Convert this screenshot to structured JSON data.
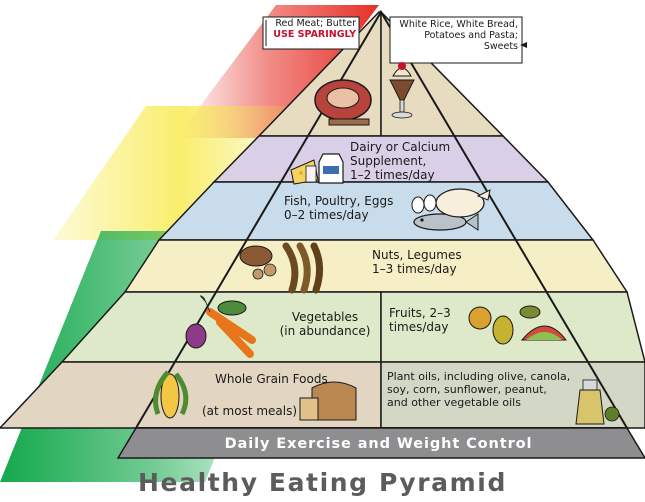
{
  "colors": {
    "outline": "#1a1a1a",
    "top_band": "#e8dcc0",
    "dairy_band": "#d9d0e8",
    "fish_band": "#c9dceb",
    "nuts_band": "#f6efc6",
    "vegetables_band": "#dde9c8",
    "whole_grain_band": "#e2d5c2",
    "oils_band": "#d2d7c6",
    "base": "#8e8e90",
    "arrow_red": "#e63027",
    "arrow_yellow": "#f7e83c",
    "arrow_green": "#14a84b",
    "warning_red": "#c8102e"
  },
  "tier_top_left": {
    "line1": "Red Meat; Butter",
    "line2": "USE SPARINGLY"
  },
  "tier_top_right": {
    "line1": "White Rice, White Bread,",
    "line2": "Potatoes and Pasta;",
    "line3": "Sweets"
  },
  "tier_dairy": {
    "line1": "Dairy or Calcium",
    "line2": "Supplement,",
    "line3": "1–2 times/day"
  },
  "tier_fish": {
    "line1": "Fish, Poultry, Eggs",
    "line2": "0–2 times/day"
  },
  "tier_nuts": {
    "line1": "Nuts, Legumes",
    "line2": "1–3 times/day"
  },
  "tier_vegetables": {
    "line1": "Vegetables",
    "line2": "(in abundance)"
  },
  "tier_fruits": {
    "line1": "Fruits, 2–3",
    "line2": "times/day"
  },
  "tier_whole_grain": {
    "line1": "Whole Grain Foods",
    "line2": "(at most meals)"
  },
  "tier_oils": {
    "line1": "Plant oils, including olive, canola,",
    "line2": "soy, corn, sunflower, peanut,",
    "line3": "and other vegetable oils"
  },
  "base_label": "Daily Exercise and Weight Control",
  "title": "Healthy Eating Pyramid",
  "icons": [
    "meat-icon",
    "sundae-icon",
    "milk-carton-icon",
    "cheese-icon",
    "fish-icon",
    "chicken-icon",
    "eggs-icon",
    "nuts-icon",
    "beans-icon",
    "carrots-icon",
    "fruit-basket-icon",
    "corn-icon",
    "bread-icon",
    "oil-bottle-icon"
  ]
}
